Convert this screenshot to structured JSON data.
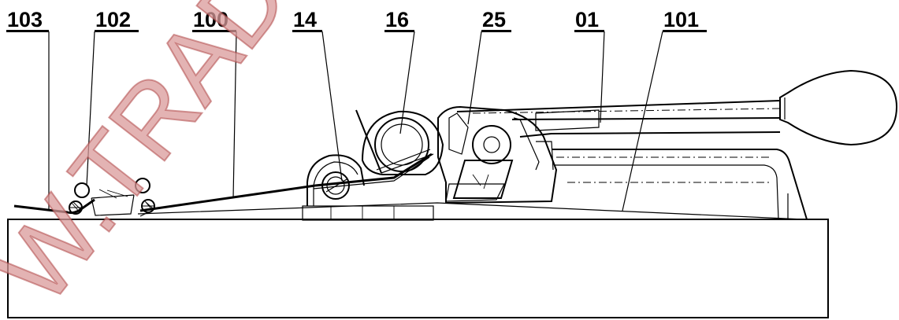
{
  "labels": [
    {
      "key": "103",
      "text": "103"
    },
    {
      "key": "102",
      "text": "102"
    },
    {
      "key": "100",
      "text": "100"
    },
    {
      "key": "14",
      "text": "14"
    },
    {
      "key": "16",
      "text": "16"
    },
    {
      "key": "25",
      "text": "25"
    },
    {
      "key": "01",
      "text": "01"
    },
    {
      "key": "101",
      "text": "101"
    }
  ],
  "watermark": "W.TRADI",
  "colors": {
    "ink": "#000000",
    "watermark": "#d99a9a",
    "background": "#ffffff"
  }
}
